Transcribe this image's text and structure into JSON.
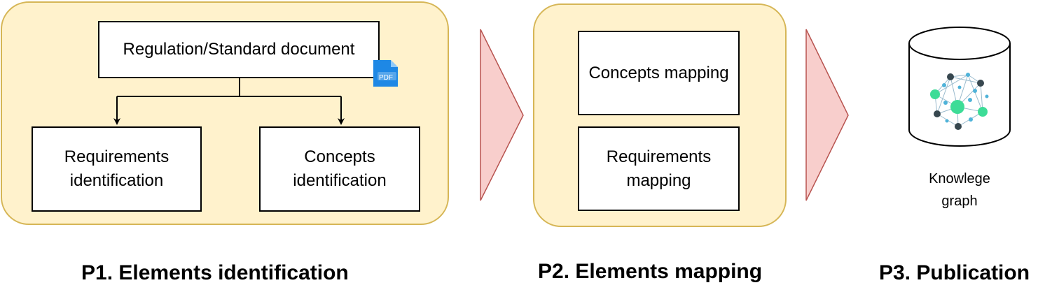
{
  "phases": [
    {
      "title": "P1. Elements identification",
      "document_box": "Regulation/Standard document",
      "pdf_badge": "PDF",
      "boxes": [
        "Requirements identification",
        "Concepts identification"
      ]
    },
    {
      "title": "P2. Elements mapping",
      "boxes": [
        "Concepts mapping",
        "Requirements mapping"
      ]
    },
    {
      "title": "P3. Publication",
      "kg_label": "Knowlege graph"
    }
  ],
  "icons": {
    "pdf": "pdf-file-icon",
    "database": "database-cylinder-icon",
    "graph": "network-graph-icon",
    "arrow": "chevron-arrow-icon"
  },
  "colors": {
    "panel_fill": "#fff2cc",
    "panel_border": "#d6b656",
    "arrow_fill": "#f8cecc",
    "arrow_border": "#b85450",
    "pdf_blue": "#1e88e5",
    "node_green": "#3ddc97",
    "node_dark": "#37474f",
    "node_blue": "#4fb3d9"
  }
}
